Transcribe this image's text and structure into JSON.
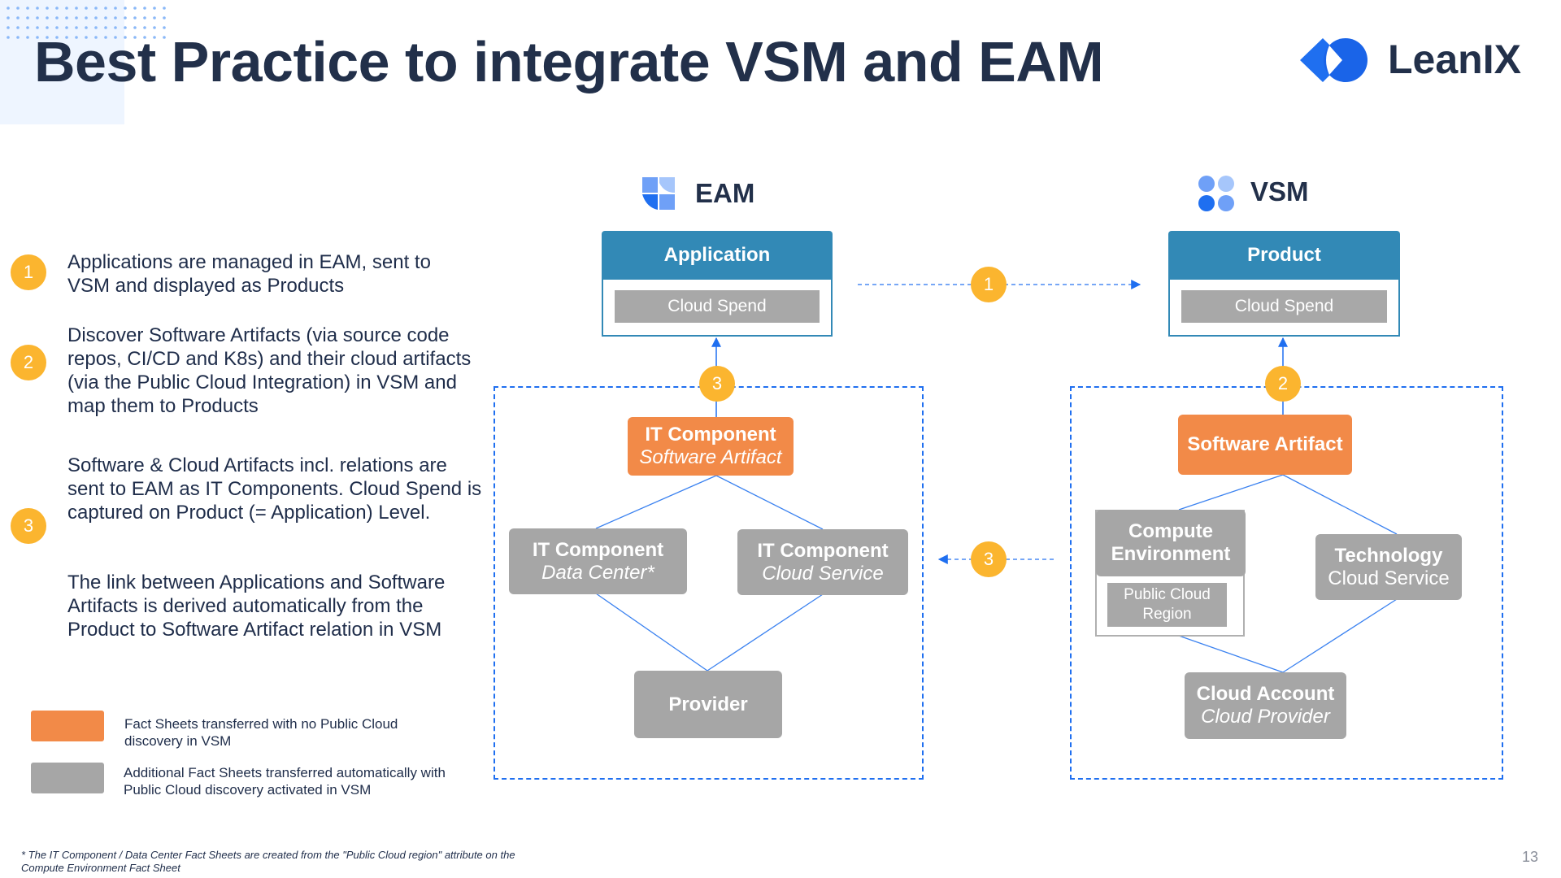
{
  "header": {
    "title": "Best Practice to integrate VSM and EAM",
    "logo_text": "LeanIX"
  },
  "steps": [
    {
      "number": "1",
      "text": "Applications are managed in EAM, sent to VSM and displayed as Products"
    },
    {
      "number": "2",
      "text": "Discover Software Artifacts (via source code repos, CI/CD and K8s) and their cloud artifacts (via the Public Cloud Integration) in VSM and map them to Products"
    },
    {
      "number": "3",
      "text": "Software & Cloud Artifacts incl. relations are sent to EAM as IT Components. Cloud Spend is captured on Product (= Application) Level."
    }
  ],
  "note": "The link between Applications and Software Artifacts is derived automatically from the Product to Software Artifact relation in VSM",
  "legend": [
    {
      "color": "#f28a48",
      "text": "Fact Sheets transferred with no Public Cloud discovery in VSM"
    },
    {
      "color": "#a6a6a6",
      "text": "Additional Fact Sheets transferred automatically with Public Cloud discovery activated in VSM"
    }
  ],
  "footnote": "* The IT Component / Data Center Fact Sheets are created from the \"Public Cloud region\" attribute on the Compute Environment Fact Sheet",
  "page_number": "13",
  "eam": {
    "label": "EAM",
    "top_fact_sheet": {
      "title": "Application",
      "attribute": "Cloud Spend"
    },
    "badge": "3",
    "nodes": {
      "software_artifact": {
        "title": "IT Component",
        "subtitle": "Software Artifact"
      },
      "data_center": {
        "title": "IT Component",
        "subtitle": "Data Center*"
      },
      "cloud_service": {
        "title": "IT Component",
        "subtitle": "Cloud Service"
      },
      "provider": {
        "title": "Provider"
      }
    }
  },
  "vsm": {
    "label": "VSM",
    "top_fact_sheet": {
      "title": "Product",
      "attribute": "Cloud Spend"
    },
    "badge": "2",
    "nodes": {
      "software_artifact": {
        "title": "Software Artifact"
      },
      "compute_environment": {
        "title": "Compute Environment",
        "attribute": "Public Cloud Region"
      },
      "technology": {
        "title": "Technology",
        "subtitle": "Cloud Service"
      },
      "cloud_account": {
        "title": "Cloud Account",
        "subtitle": "Cloud Provider"
      }
    }
  },
  "flows": {
    "eam_to_vsm_badge": "1",
    "vsm_to_eam_badge": "3"
  },
  "colors": {
    "accent_blue": "#1f6ff0",
    "fact_sheet_header": "#3289b6",
    "badge": "#fbb52f",
    "orange": "#f28a48",
    "grey": "#a6a6a6",
    "title": "#22304a"
  }
}
